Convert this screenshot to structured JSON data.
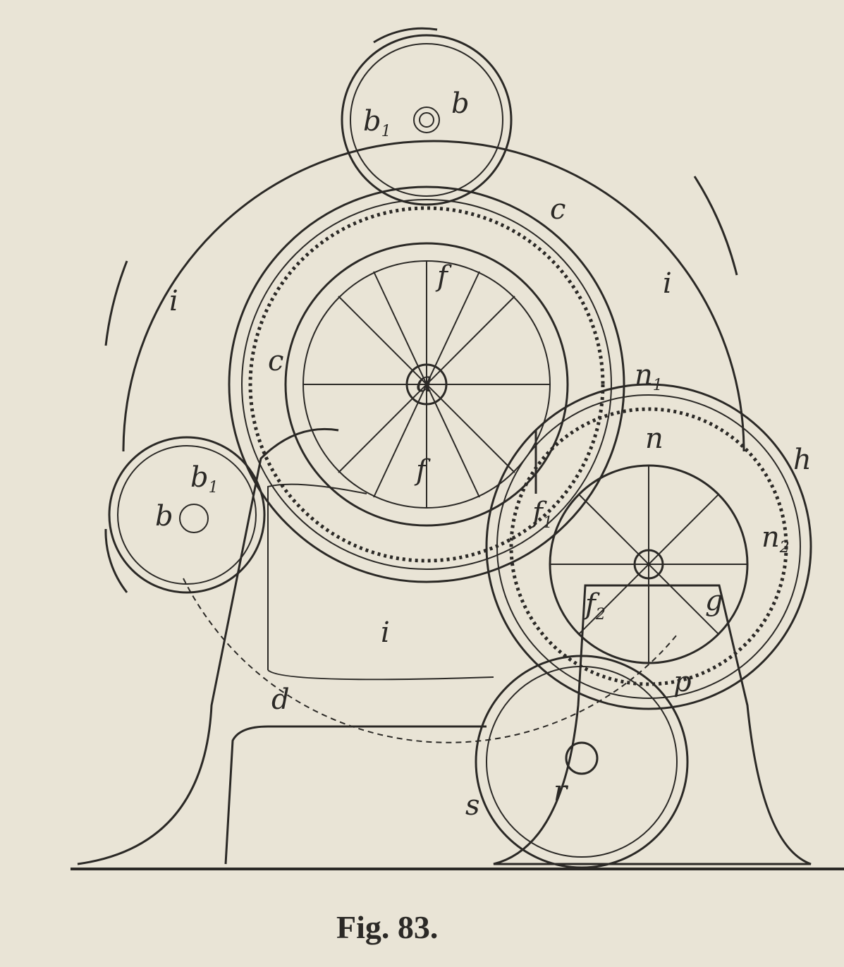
{
  "caption": "Fig. 83.",
  "labels": {
    "b_top": "b",
    "b1_top": "b",
    "b1_top_sub": "1",
    "b_left": "b",
    "b1_left": "b",
    "b1_left_sub": "1",
    "c_right": "c",
    "c_left": "c",
    "i_left": "i",
    "i_right": "i",
    "i_bottom": "i",
    "a": "a",
    "f_top": "f",
    "f_bottom": "f",
    "n1": "n",
    "n1_sub": "1",
    "n": "n",
    "n2": "n",
    "n2_sub": "2",
    "h": "h",
    "f1": "f",
    "f1_sub": "1",
    "f2": "f",
    "f2_sub": "2",
    "g": "g",
    "p": "p",
    "d": "d",
    "r": "r",
    "s": "s"
  },
  "colors": {
    "paper": "#e9e4d6",
    "ink": "#2b2926"
  }
}
